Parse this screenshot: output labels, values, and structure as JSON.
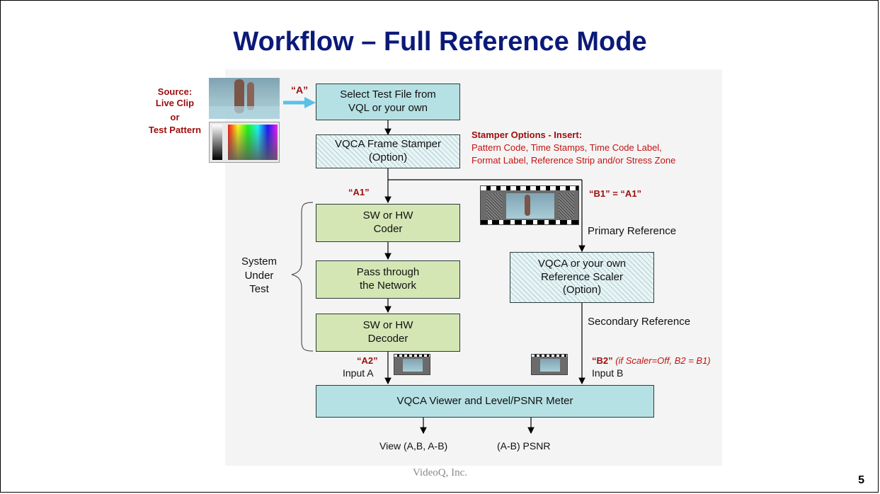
{
  "slide": {
    "title": "Workflow – Full Reference Mode",
    "footer": "VideoQ, Inc.",
    "page_number": "5"
  },
  "source": {
    "line1": "Source:",
    "line2": "Live Clip",
    "line3": "or",
    "line4": "Test Pattern",
    "tag_a": "“A”"
  },
  "boxes": {
    "select_test_file": "Select Test File from\nVQL or your own",
    "frame_stamper": "VQCA Frame Stamper\n(Option)",
    "coder": "SW or HW\nCoder",
    "network": "Pass through\nthe Network",
    "decoder": "SW or HW\nDecoder",
    "ref_scaler": "VQCA or your own\nReference Scaler\n(Option)",
    "viewer": "VQCA Viewer and Level/PSNR Meter"
  },
  "stamper_options": {
    "heading": "Stamper Options - Insert:",
    "line1": "Pattern Code, Time Stamps, Time Code Label,",
    "line2": "Format Label, Reference Strip and/or Stress Zone"
  },
  "labels": {
    "a1": "“A1”",
    "b1_eq_a1": "“B1” = “A1”",
    "primary_reference": "Primary Reference",
    "secondary_reference": "Secondary Reference",
    "system_under_test": "System\nUnder\nTest",
    "a2": "“A2”",
    "input_a": "Input A",
    "b2": "“B2”",
    "b2_note": "(if Scaler=Off, B2 = B1)",
    "input_b": "Input B",
    "view_output": "View (A,B, A-B)",
    "psnr_output": "(A-B) PSNR"
  },
  "colors": {
    "title": "#0b1a78",
    "teal_box": "#b6e1e4",
    "green_box": "#d4e6b4",
    "annotation_red": "#9c0d0d",
    "arrow_blue": "#5bbfe8"
  }
}
